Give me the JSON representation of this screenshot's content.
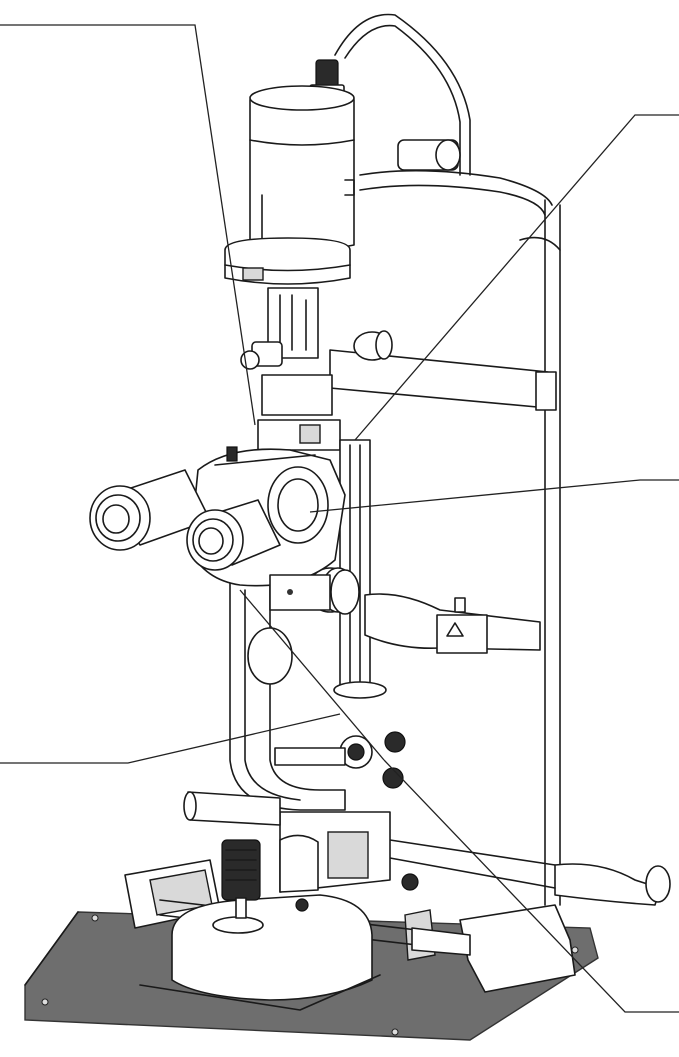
{
  "figure": {
    "subject": "slit-lamp-microscope",
    "background": "#ffffff",
    "line_color": "#1a1a1a",
    "base_plate_color": "#6e6e6e"
  },
  "callouts": [
    {
      "id": "callout-top-left",
      "label": ""
    },
    {
      "id": "callout-top-right",
      "label": ""
    },
    {
      "id": "callout-mid-right",
      "label": ""
    },
    {
      "id": "callout-lower-left",
      "label": ""
    },
    {
      "id": "callout-bottom-right",
      "label": ""
    }
  ]
}
